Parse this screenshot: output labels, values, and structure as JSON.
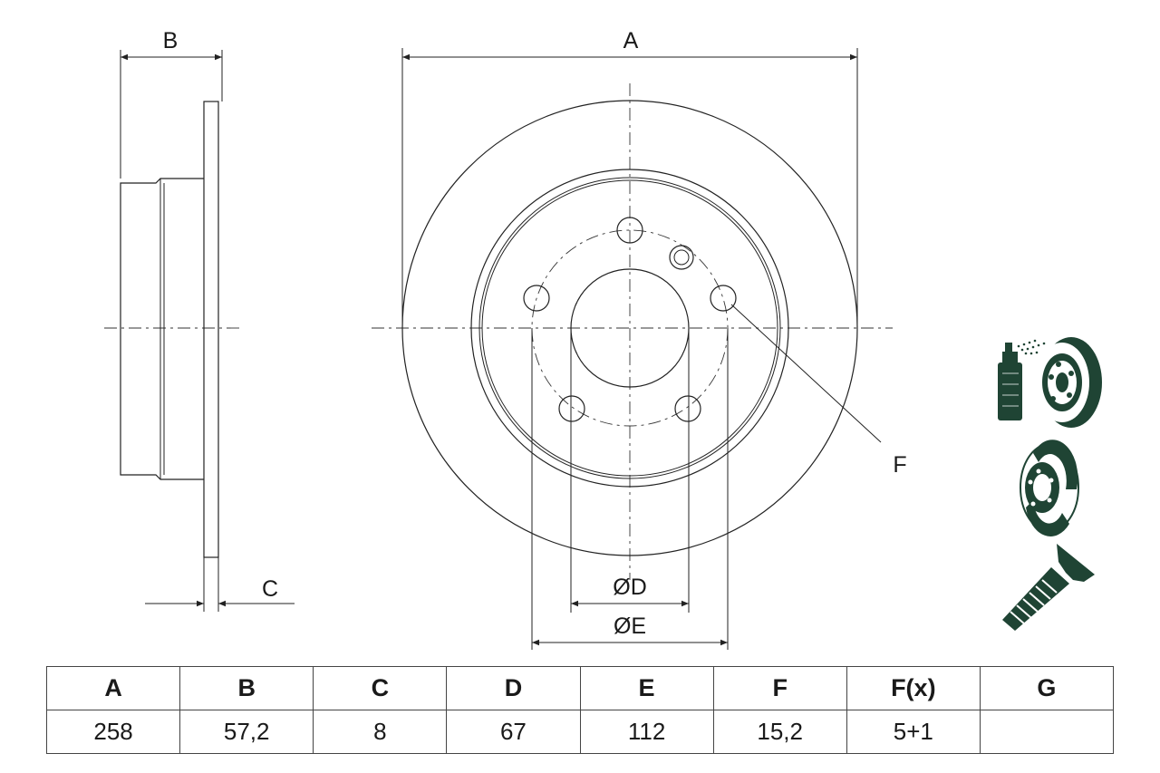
{
  "drawing": {
    "dimension_labels": {
      "a": "A",
      "b": "B",
      "c": "C",
      "d": "ØD",
      "e": "ØE",
      "f": "F"
    },
    "icons": [
      "coated-disc-icon",
      "brake-disc-icon",
      "screw-icon"
    ],
    "accent_color": "#1f4434"
  },
  "spec_table": {
    "headers": [
      "A",
      "B",
      "C",
      "D",
      "E",
      "F",
      "F(x)",
      "G"
    ],
    "values": [
      "258",
      "57,2",
      "8",
      "67",
      "112",
      "15,2",
      "5+1",
      ""
    ]
  }
}
